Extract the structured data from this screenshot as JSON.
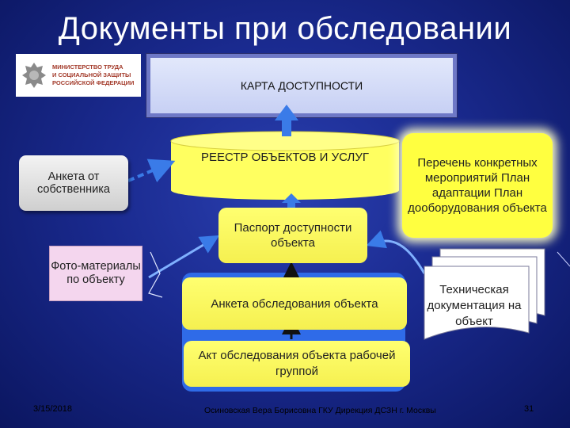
{
  "title": "Документы при обследовании",
  "logo": {
    "line1": "МИНИСТЕРСТВО ТРУДА",
    "line2": "И СОЦИАЛЬНОЙ ЗАЩИТЫ",
    "line3": "РОССИЙСКОЙ ФЕДЕРАЦИИ"
  },
  "nodes": {
    "karta": "КАРТА ДОСТУПНОСТИ",
    "reestr": "РЕЕСТР ОБЪЕКТОВ И УСЛУГ",
    "anketa_owner": "Анкета от собственника",
    "foto": "Фото-материалы по объекту",
    "passport": "Паспорт доступности объекта",
    "anketa_obj": "Анкета обследования объекта",
    "akt": "Акт обследования объекта рабочей группой",
    "perechen": "Перечень конкретных мероприятий План адаптации План дооборудования объекта",
    "tech_doc": "Техническая документация на объект"
  },
  "footer": {
    "date": "3/15/2018",
    "author": "Осиновская Вера Борисовна ГКУ Дирекция ДСЗН г. Москвы",
    "page": "31"
  },
  "colors": {
    "background": "#1a2a8f",
    "box_yellow": "#ffff60",
    "arrow_blue": "#3a7be8",
    "panel_blue": "#2f6be8"
  }
}
